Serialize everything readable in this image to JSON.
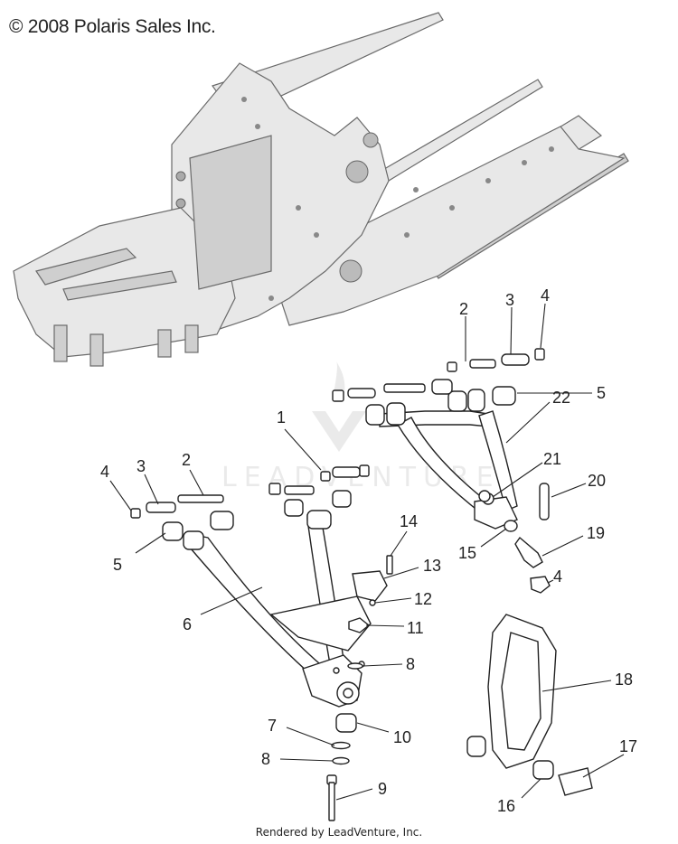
{
  "header": {
    "copyright": "© 2008 Polaris Sales Inc."
  },
  "watermark": {
    "text": "LEADVENTURE"
  },
  "footer": {
    "rendered_by": "Rendered by LeadVenture, Inc."
  },
  "callouts": [
    {
      "id": "c1",
      "label": "1"
    },
    {
      "id": "c2a",
      "label": "2"
    },
    {
      "id": "c2b",
      "label": "2"
    },
    {
      "id": "c3a",
      "label": "3"
    },
    {
      "id": "c3b",
      "label": "3"
    },
    {
      "id": "c4a",
      "label": "4"
    },
    {
      "id": "c4b",
      "label": "4"
    },
    {
      "id": "c4c",
      "label": "4"
    },
    {
      "id": "c5a",
      "label": "5"
    },
    {
      "id": "c5b",
      "label": "5"
    },
    {
      "id": "c6",
      "label": "6"
    },
    {
      "id": "c7",
      "label": "7"
    },
    {
      "id": "c8a",
      "label": "8"
    },
    {
      "id": "c8b",
      "label": "8"
    },
    {
      "id": "c9",
      "label": "9"
    },
    {
      "id": "c10",
      "label": "10"
    },
    {
      "id": "c11",
      "label": "11"
    },
    {
      "id": "c12",
      "label": "12"
    },
    {
      "id": "c13",
      "label": "13"
    },
    {
      "id": "c14",
      "label": "14"
    },
    {
      "id": "c15",
      "label": "15"
    },
    {
      "id": "c16",
      "label": "16"
    },
    {
      "id": "c17",
      "label": "17"
    },
    {
      "id": "c18",
      "label": "18"
    },
    {
      "id": "c19",
      "label": "19"
    },
    {
      "id": "c20",
      "label": "20"
    },
    {
      "id": "c21",
      "label": "21"
    },
    {
      "id": "c22",
      "label": "22"
    }
  ]
}
